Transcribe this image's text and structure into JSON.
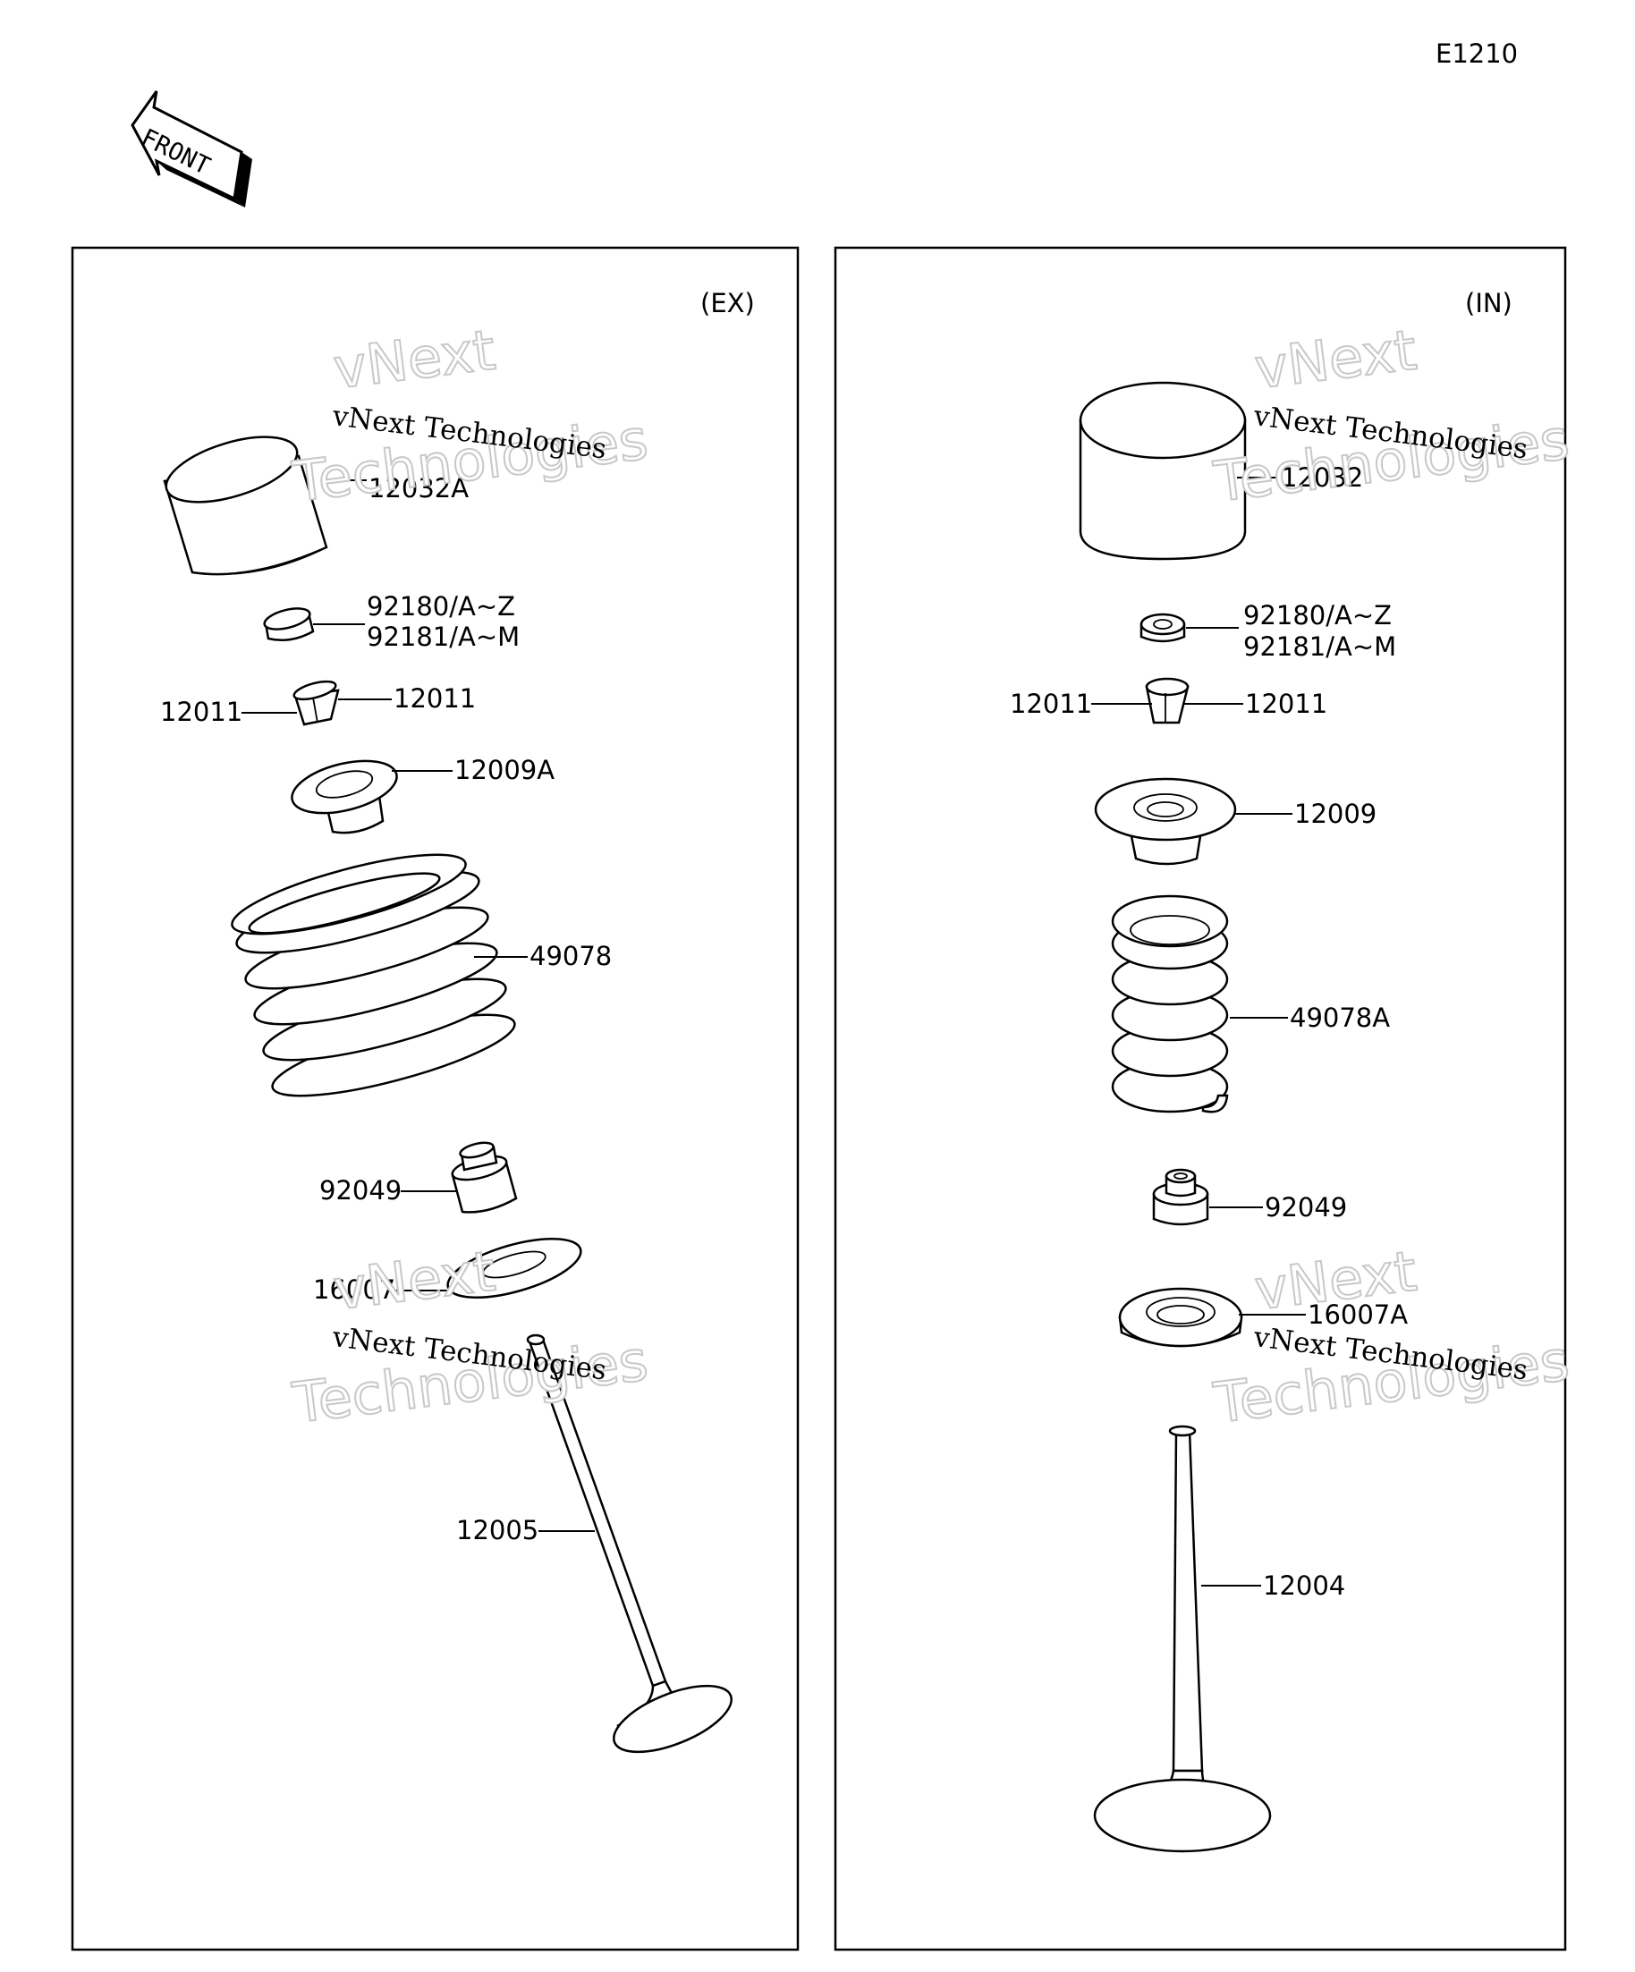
{
  "page_code": "E1210",
  "front_arrow_label": "FRONT",
  "watermark": {
    "line1": "vNext Technologies",
    "line2": "Technologies",
    "line3": "vNext"
  },
  "panels": [
    {
      "id": "ex",
      "title": "(EX)",
      "parts": {
        "tappet": "12032A",
        "shim_1": "92180/A~Z",
        "shim_2": "92181/A~M",
        "cotter_left": "12011",
        "cotter_right": "12011",
        "retainer": "12009A",
        "spring": "49078",
        "stem_seal": "92049",
        "spring_seat": "16007",
        "valve": "12005"
      }
    },
    {
      "id": "in",
      "title": "(IN)",
      "parts": {
        "tappet": "12032",
        "shim_1": "92180/A~Z",
        "shim_2": "92181/A~M",
        "cotter_left": "12011",
        "cotter_right": "12011",
        "retainer": "12009",
        "spring": "49078A",
        "stem_seal": "92049",
        "spring_seat": "16007A",
        "valve": "12004"
      }
    }
  ]
}
